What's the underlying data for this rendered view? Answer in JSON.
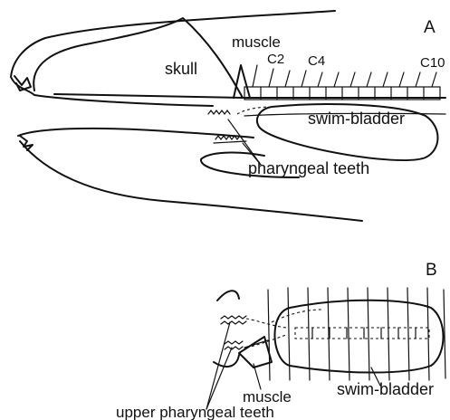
{
  "panel_a": {
    "letter": "A",
    "labels": {
      "skull": "skull",
      "muscle": "muscle",
      "c2": "C2",
      "c4": "C4",
      "c10": "C10",
      "swim_bladder": "swim-bladder",
      "pharyngeal_teeth": "pharyngeal teeth"
    }
  },
  "panel_b": {
    "letter": "B",
    "labels": {
      "swim_bladder": "swim-bladder",
      "muscle": "muscle",
      "upper_pharyngeal_teeth": "upper pharyngeal teeth"
    }
  }
}
